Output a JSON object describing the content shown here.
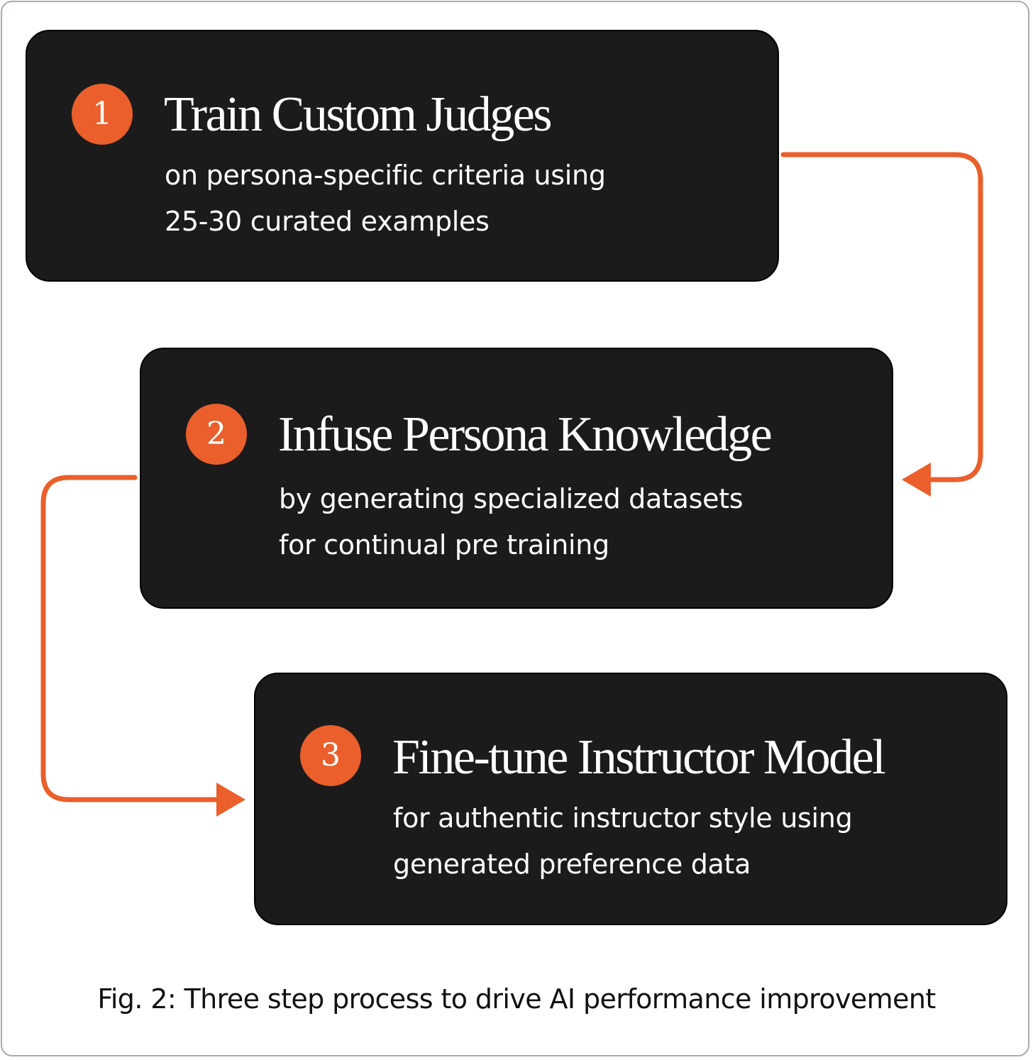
{
  "colors": {
    "card_background": "#1b1b1b",
    "accent": "#ea5f2b",
    "text_on_card": "#ffffff",
    "frame_border": "#a7abb0"
  },
  "steps": [
    {
      "number": "1",
      "title": "Train Custom Judges",
      "description_lines": [
        "on persona-specific criteria using",
        "25-30 curated examples"
      ]
    },
    {
      "number": "2",
      "title": "Infuse Persona Knowledge",
      "description_lines": [
        "by generating specialized datasets",
        "for continual pre training"
      ]
    },
    {
      "number": "3",
      "title": "Fine-tune Instructor Model",
      "description_lines": [
        "for authentic instructor style using",
        "generated preference data"
      ]
    }
  ],
  "caption": "Fig. 2: Three step process to drive AI performance improvement"
}
